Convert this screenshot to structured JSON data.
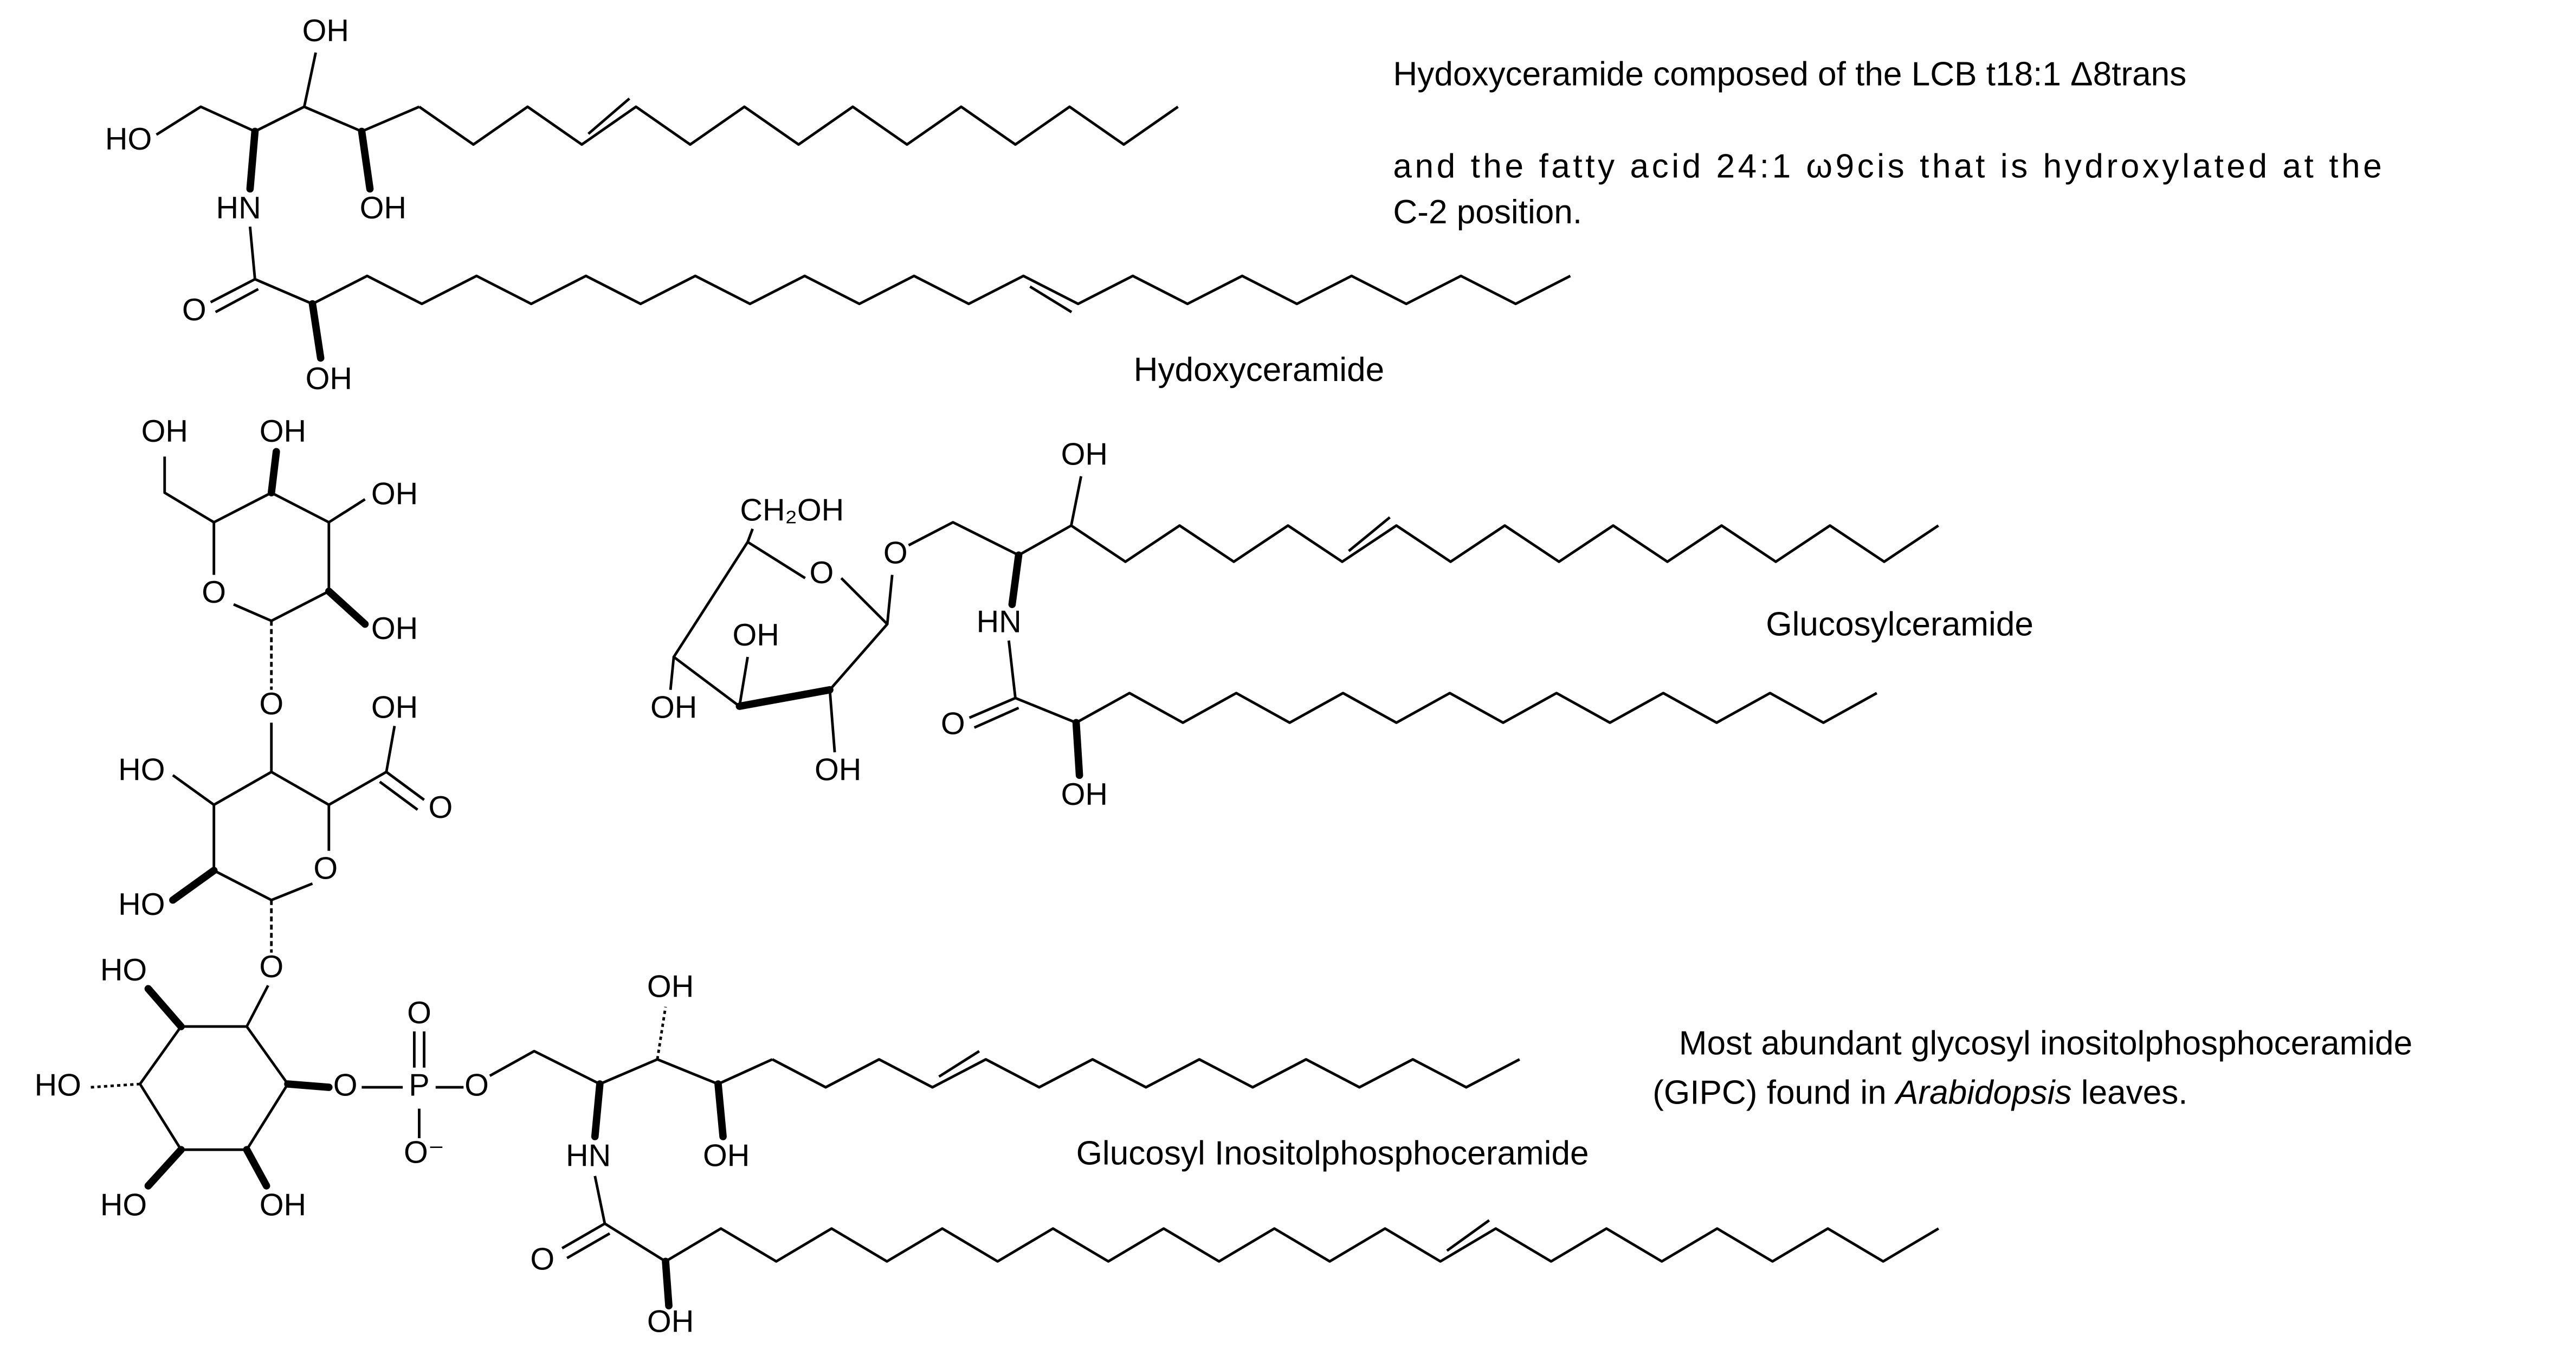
{
  "annotations": {
    "hydroxyceramide_desc": [
      "Hydoxyceramide composed of the LCB t18:1 Δ8trans",
      "and the fatty acid 24:1 ω9cis that is hydroxylated at the",
      "C-2 position."
    ],
    "gipc_desc": {
      "line1": "Most abundant glycosyl inositolphosphoceramide",
      "line2_prefix": "(GIPC) found in ",
      "line2_italic": "Arabidopsis",
      "line2_suffix": " leaves."
    }
  },
  "labels": {
    "hydroxyceramide": "Hydoxyceramide",
    "glucosylceramide": "Glucosylceramide",
    "gipc": "Glucosyl Inositolphosphoceramide"
  },
  "atoms": {
    "oh": "OH",
    "ho": "HO",
    "hn": "HN",
    "o": "O",
    "ch2oh": "CH₂OH",
    "p": "P",
    "o_minus": "O⁻"
  }
}
